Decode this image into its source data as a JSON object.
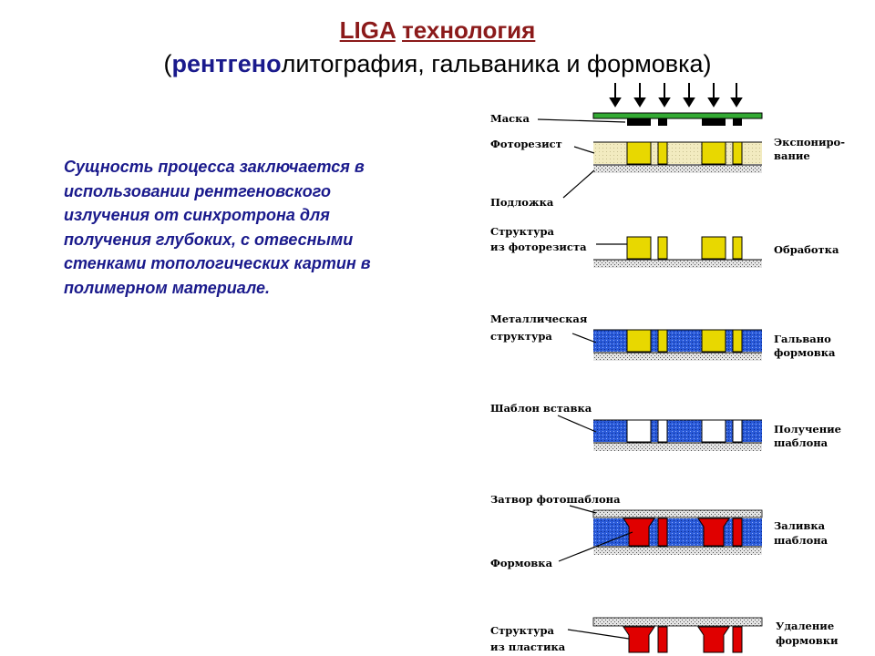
{
  "title": {
    "part1": "LIGA",
    "part2": "технология",
    "line2_open": "(",
    "line2_highlight": "рентгено",
    "line2_rest": "литография, гальваника и формовка)"
  },
  "description": "Сущность процесса заключается в использовании рентгеновского излучения от синхротрона для получения глубоких, с отвесными стенками топологических картин в полимерном материале.",
  "diagram": {
    "left_labels": {
      "mask": "Маска",
      "photoresist": "Фоторезист",
      "substrate": "Подложка",
      "resist_structure_1": "Структура",
      "resist_structure_2": "из фоторезиста",
      "metal_structure_1": "Металлическая",
      "metal_structure_2": "структура",
      "template_insert": "Шаблон вставка",
      "shutter": "Затвор фотошаблона",
      "molding": "Формовка",
      "plastic_structure_1": "Структура",
      "plastic_structure_2": "из пластика"
    },
    "right_labels": {
      "exposure_1": "Экспониро-",
      "exposure_2": "вание",
      "processing": "Обработка",
      "electroforming_1": "Гальвано",
      "electroforming_2": "формовка",
      "template_1": "Получение",
      "template_2": "шаблона",
      "filling_1": "Заливка",
      "filling_2": "шаблона",
      "removal_1": "Удаление",
      "removal_2": "формовки"
    },
    "colors": {
      "resist": "#f0e8b0",
      "exposed": "#e8d800",
      "metal": "#2a5ad8",
      "plastic": "#e00000",
      "mask": "#33aa33"
    }
  }
}
